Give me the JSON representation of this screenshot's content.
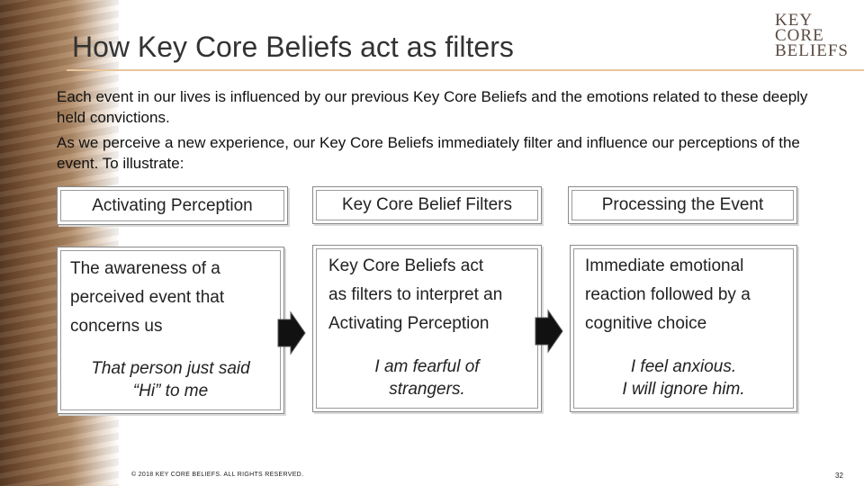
{
  "slide": {
    "title": "How Key Core Beliefs act as filters",
    "logo": [
      "KEY",
      "CORE",
      "BELIEFS"
    ],
    "paragraphs": [
      "Each event in our lives is influenced by our previous Key Core Beliefs and the emotions related to these deeply held convictions.",
      "As we perceive a new experience, our Key Core Beliefs immediately filter and influence our perceptions of the event. To illustrate:"
    ],
    "footer": "© 2018 KEY CORE BELIEFS. ALL RIGHTS RESERVED.",
    "page_number": "32"
  },
  "diagram": {
    "columns": [
      {
        "header": "Activating Perception",
        "description": [
          "The awareness of a",
          "perceived event that",
          "concerns us"
        ],
        "example": [
          "That person just said",
          "“Hi” to me"
        ]
      },
      {
        "header": "Key Core Belief Filters",
        "description": [
          "Key Core Beliefs act",
          "as filters to interpret an",
          "Activating Perception"
        ],
        "example": [
          "I am fearful of",
          "strangers."
        ]
      },
      {
        "header": "Processing the Event",
        "description": [
          "Immediate emotional",
          "reaction followed by a",
          "cognitive choice"
        ],
        "example": [
          "I feel anxious.",
          "I will ignore him."
        ]
      }
    ],
    "colors": {
      "arrow": "#111111",
      "box_border": "#8a8a8a",
      "rule": "#e8c59a"
    }
  }
}
